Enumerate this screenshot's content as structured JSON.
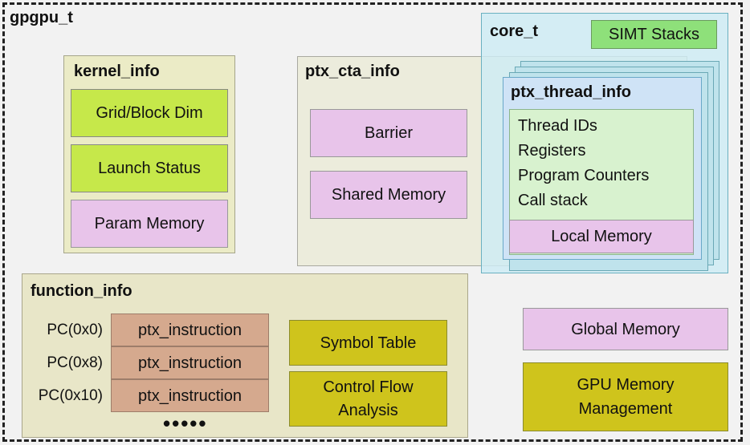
{
  "gpgpu_title": "gpgpu_t",
  "kernel_info": {
    "title": "kernel_info",
    "items": [
      "Grid/Block Dim",
      "Launch Status",
      "Param Memory"
    ]
  },
  "ptx_cta_info": {
    "title": "ptx_cta_info",
    "items": [
      "Barrier",
      "Shared Memory"
    ]
  },
  "core_t": {
    "title": "core_t",
    "simt": "SIMT Stacks",
    "thread_info": {
      "title": "ptx_thread_info",
      "lines": [
        "Thread IDs",
        "Registers",
        "Program Counters",
        "Call stack"
      ],
      "local": "Local Memory"
    }
  },
  "function_info": {
    "title": "function_info",
    "pcs": [
      "PC(0x0)",
      "PC(0x8)",
      "PC(0x10)"
    ],
    "instruction": "ptx_instruction",
    "dots": "•••••",
    "symbol_table": "Symbol Table",
    "control_flow": [
      "Control Flow",
      "Analysis"
    ]
  },
  "global_memory": "Global Memory",
  "gpu_memory_mgmt": [
    "GPU Memory",
    "Management"
  ],
  "colors": {
    "kernel_bg": "#ebebc6",
    "cta_bg": "#ececdc",
    "core_bg": "#d2eef4",
    "func_bg": "#e8e6c8",
    "lime": "#c6e84a",
    "pink": "#e8c4ea",
    "olive": "#cfc41c",
    "thread_bg": "#cfe3f6"
  }
}
